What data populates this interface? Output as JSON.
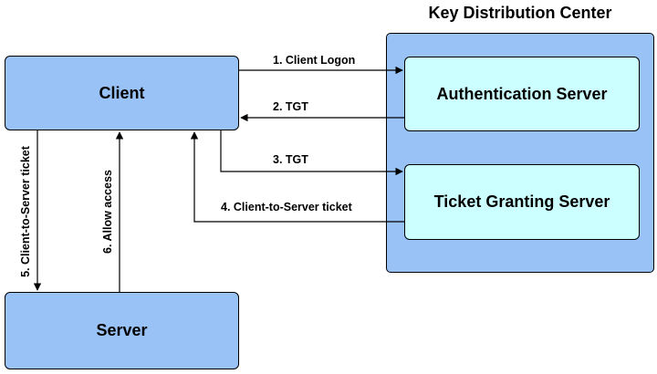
{
  "kdc": {
    "title": "Key Distribution Center"
  },
  "nodes": {
    "client": "Client",
    "server": "Server",
    "auth_server": "Authentication Server",
    "tgs": "Ticket Granting Server"
  },
  "edges": {
    "e1": "1. Client Logon",
    "e2": "2. TGT",
    "e3": "3. TGT",
    "e4": "4. Client-to-Server ticket",
    "e5": "5. Client-to-Server ticket",
    "e6": "6. Allow access"
  },
  "colors": {
    "node_fill": "#99c2f7",
    "inner_node_fill": "#ccffff",
    "stroke": "#000000"
  }
}
